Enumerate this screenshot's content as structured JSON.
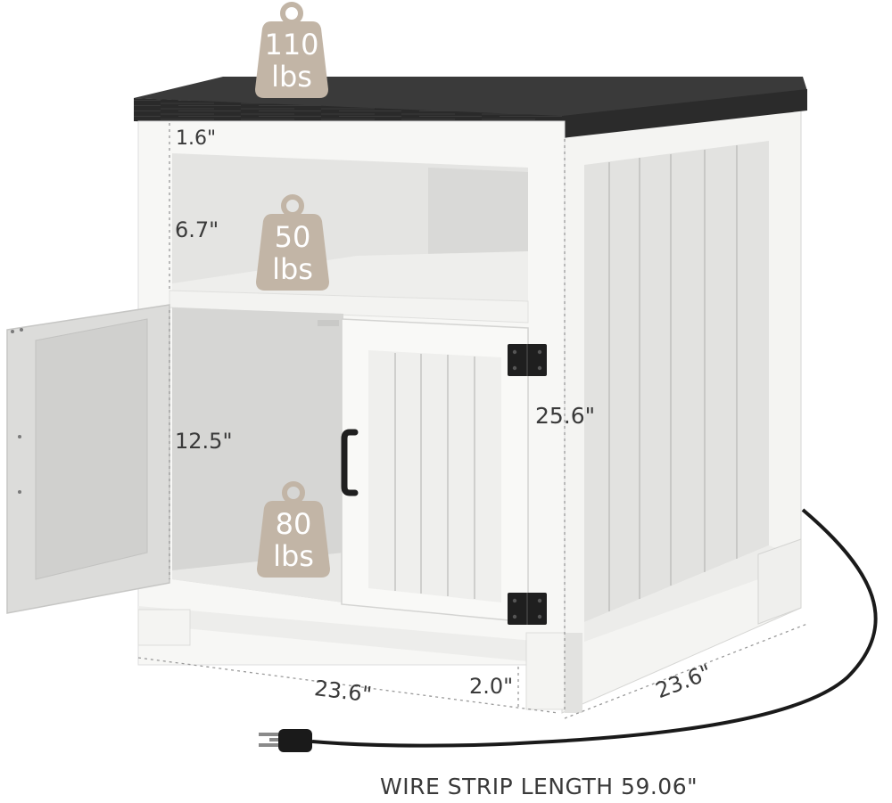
{
  "colors": {
    "background": "#ffffff",
    "cabinet_white": "#f6f6f4",
    "panel_grey": "#dcdcdc",
    "top_black": "#232323",
    "tag_beige": "#c2b5a6",
    "hardware_black": "#1f1f1f",
    "text": "#3a3a3a"
  },
  "icons": [
    "weight-tag-icon",
    "hinge-icon",
    "door-handle-icon",
    "power-plug-icon"
  ],
  "weights": {
    "top": {
      "value": "110",
      "unit": "lbs"
    },
    "shelf": {
      "value": "50",
      "unit": "lbs"
    },
    "cabinet": {
      "value": "80",
      "unit": "lbs"
    }
  },
  "dimensions": {
    "top_thickness": "1.6\"",
    "shelf_height": "6.7\"",
    "cabinet_height": "12.5\"",
    "total_height": "25.6\"",
    "width": "23.6\"",
    "depth": "23.6\"",
    "leg_height": "2.0\""
  },
  "wire": {
    "caption": "WIRE STRIP LENGTH 59.06\""
  }
}
